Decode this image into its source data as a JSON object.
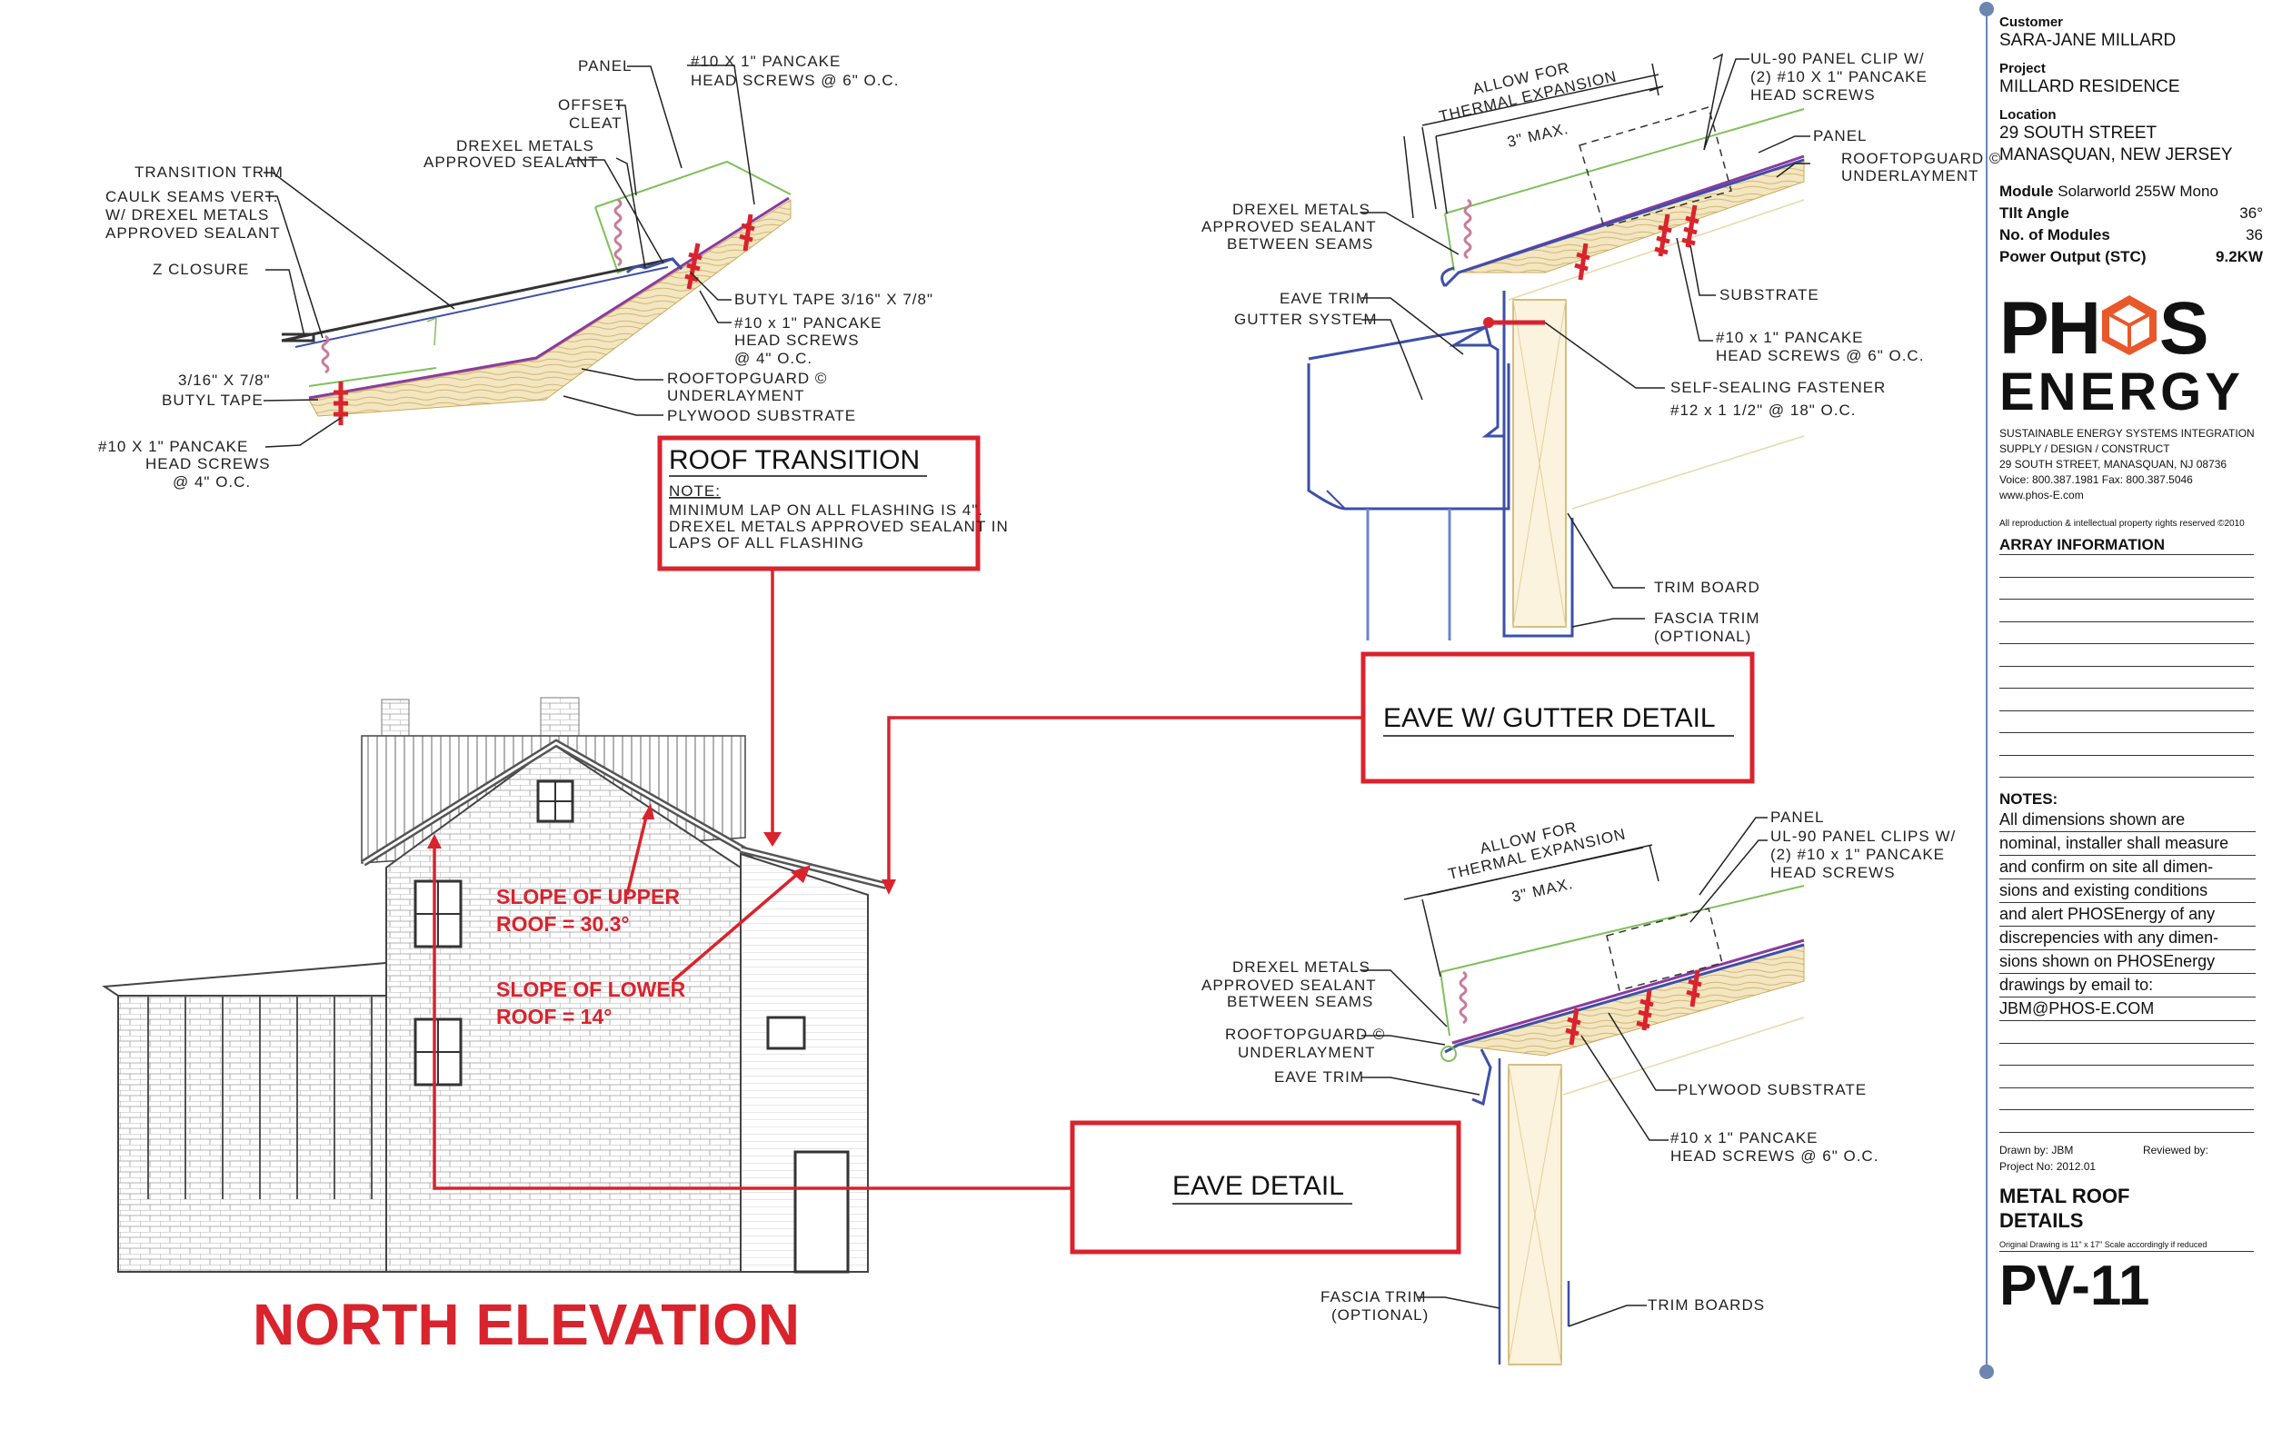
{
  "north_elevation": {
    "title": "NORTH ELEVATION",
    "slope_upper": [
      "SLOPE OF UPPER",
      "ROOF = 30.3°"
    ],
    "slope_lower": [
      "SLOPE OF LOWER",
      "ROOF = 14°"
    ]
  },
  "roof_transition": {
    "title": "ROOF TRANSITION",
    "note_label": "NOTE:",
    "note_lines": [
      "MINIMUM LAP ON ALL FLASHING IS 4\".",
      "DREXEL METALS APPROVED SEALANT IN",
      "LAPS OF ALL FLASHING"
    ],
    "labels": {
      "panel": "PANEL",
      "screws_top": [
        "#10 X 1\" PANCAKE",
        "HEAD SCREWS @ 6\" O.C."
      ],
      "offset_cleat": [
        "OFFSET",
        "CLEAT"
      ],
      "sealant": [
        "DREXEL METALS",
        "APPROVED SEALANT"
      ],
      "transition_trim": "TRANSITION TRIM",
      "caulk": [
        "CAULK SEAMS VERT.",
        "W/ DREXEL METALS",
        "APPROVED SEALANT"
      ],
      "z_closure": "Z CLOSURE",
      "butyl_left_a": "3/16\" X 7/8\"",
      "butyl_left_b": "BUTYL TAPE",
      "screws_left": [
        "#10 X 1\" PANCAKE",
        "HEAD SCREWS",
        "@ 4\" O.C."
      ],
      "butyl_right": "BUTYL TAPE 3/16\" X 7/8\"",
      "screws_right": [
        "#10 x 1\" PANCAKE",
        "HEAD SCREWS",
        "@ 4\" O.C."
      ],
      "underlayment": [
        "ROOFTOPGUARD ©",
        "UNDERLAYMENT"
      ],
      "plywood": "PLYWOOD SUBSTRATE"
    }
  },
  "eave_gutter": {
    "title": "EAVE W/ GUTTER DETAIL",
    "labels": {
      "thermal": [
        "ALLOW FOR",
        "THERMAL EXPANSION"
      ],
      "max": "3\" MAX.",
      "clip": [
        "UL-90 PANEL CLIP W/",
        "(2) #10 X 1\" PANCAKE",
        "HEAD SCREWS"
      ],
      "panel": "PANEL",
      "underlayment": [
        "ROOFTOPGUARD ©",
        "UNDERLAYMENT"
      ],
      "sealant": [
        "DREXEL METALS",
        "APPROVED SEALANT",
        "BETWEEN SEAMS"
      ],
      "substrate": "SUBSTRATE",
      "eave_trim": "EAVE TRIM",
      "gutter": "GUTTER SYSTEM",
      "screws": [
        "#10 x 1\" PANCAKE",
        "HEAD SCREWS @ 6\" O.C."
      ],
      "fastener": [
        "SELF-SEALING FASTENER",
        "#12 x 1 1/2\" @ 18\" O.C."
      ],
      "trim_board": "TRIM BOARD",
      "fascia": [
        "FASCIA TRIM",
        "(OPTIONAL)"
      ]
    }
  },
  "eave": {
    "title": "EAVE DETAIL",
    "labels": {
      "thermal": [
        "ALLOW FOR",
        "THERMAL EXPANSION"
      ],
      "max": "3\" MAX.",
      "panel": "PANEL",
      "clips": [
        "UL-90 PANEL CLIPS W/",
        "(2) #10 x 1\" PANCAKE",
        "HEAD SCREWS"
      ],
      "sealant": [
        "DREXEL METALS",
        "APPROVED SEALANT",
        "BETWEEN SEAMS"
      ],
      "underlayment": [
        "ROOFTOPGUARD ©",
        "UNDERLAYMENT"
      ],
      "eave_trim": "EAVE TRIM",
      "plywood": "PLYWOOD SUBSTRATE",
      "screws": [
        "#10 x 1\" PANCAKE",
        "HEAD SCREWS @ 6\" O.C."
      ],
      "fascia": [
        "FASCIA TRIM",
        "(OPTIONAL)"
      ],
      "trim_boards": "TRIM BOARDS"
    }
  },
  "title_block": {
    "customer_label": "Customer",
    "customer": "SARA-JANE MILLARD",
    "project_label": "Project",
    "project": "MILLARD RESIDENCE",
    "location_label": "Location",
    "location": [
      "29 SOUTH STREET",
      "MANASQUAN, NEW JERSEY"
    ],
    "module_label": "Module",
    "module": "Solarworld 255W Mono",
    "tilt_label": "TIlt Angle",
    "tilt": "36°",
    "modules_label": "No. of Modules",
    "modules": "36",
    "power_label": "Power Output (STC)",
    "power": "9.2KW",
    "logo_phos_a": "PH",
    "logo_phos_b": "S",
    "logo_energy": "ENERGY",
    "company": [
      "SUSTAINABLE ENERGY SYSTEMS INTEGRATION",
      "SUPPLY / DESIGN / CONSTRUCT",
      "29 SOUTH STREET, MANASQUAN, NJ 08736",
      "Voice: 800.387.1981  Fax: 800.387.5046",
      "www.phos-E.com"
    ],
    "rights": "All reproduction & intellectual property rights reserved ©2010",
    "array_info": "ARRAY INFORMATION",
    "notes_label": "NOTES:",
    "notes": [
      "All dimensions shown are",
      "nominal, installer shall measure",
      "and confirm on site all dimen-",
      "sions and existing conditions",
      "and alert PHOSEnergy of any",
      "discrepencies with any dimen-",
      "sions shown on PHOSEnergy",
      "drawings by email to:",
      "JBM@PHOS-E.COM"
    ],
    "drawn_by": "Drawn by: JBM",
    "reviewed_by": "Reviewed by:",
    "project_no": "Project No: 2012.01",
    "sheet_title": [
      "METAL ROOF",
      "DETAILS"
    ],
    "original": "Original Drawing is 11\" x 17\"  Scale accordingly if reduced",
    "sheet_number": "PV-11"
  },
  "colors": {
    "red": "#d9232d",
    "panel_green": "#7fbf5a",
    "purple": "#8a3aa0",
    "blue": "#3d4fa8",
    "wood": "#e8d8a8",
    "orange": "#e8582a"
  }
}
